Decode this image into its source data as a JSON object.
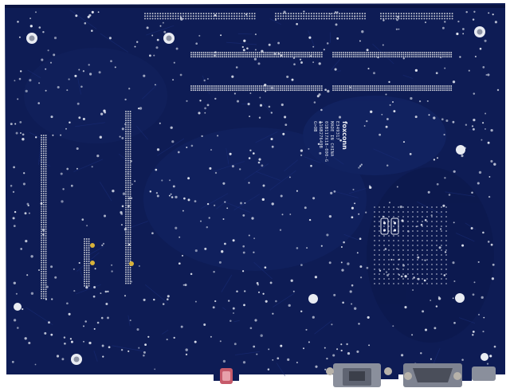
{
  "scene": {
    "subject": "motherboard-back",
    "colors": {
      "pcb": "#0e1c55",
      "pcb_dark": "#0a1442",
      "pcb_light": "#1a2d78",
      "pin": "#c9ccd6",
      "via": "#dfe3ee",
      "gold": "#d8b23a",
      "connector": "#8a8f9c",
      "background": "#ffffff"
    }
  },
  "silkscreen": {
    "logo": "foxconn",
    "lines": [
      "FOXCONN",
      "E349317",
      "MADE IN CHINA",
      "01B117X18-000-G",
      "116B27649B",
      "G>OB"
    ]
  }
}
